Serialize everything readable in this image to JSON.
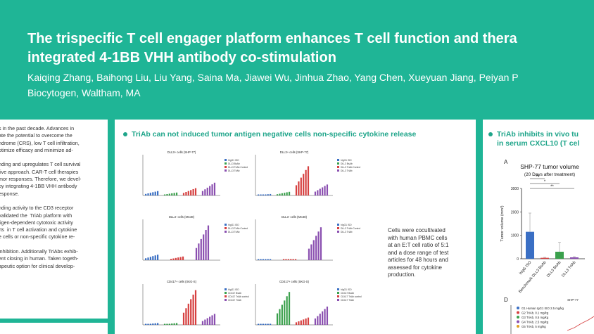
{
  "header": {
    "title_line1": "The trispecific T cell engager platform enhances T cell function and thera",
    "title_line2": "integrated 4-1BB VHH antibody co-stimulation",
    "authors": "Kaiqing Zhang, Baihong Liu, Liu Yang, Saina Ma, Jiawei Wu, Jinhua Zhao, Yang Chen, Xueyuan Jiang, Peiyan P",
    "affiliation": "Biocytogen, Waltham, MA"
  },
  "left_panel": {
    "lines": [
      "s in the past decade. Advances in",
      "ate the potential to overcome the",
      "ndrome (CRS), low T cell infiltration,",
      "ptimize efficacy and minimize ad-",
      "",
      "nding and upregulates T cell survival",
      "tive approach. CAR-T cell therapies",
      "mor responses. Therefore, we devel-",
      "by integrating 4-1BB VHH antibody",
      "esponse.",
      "",
      "nding activity to the CD3 receptor",
      "validated the  TriAb platform with",
      "tigen-dependent cytotoxic activity",
      "rts  in T cell activation and cytokine",
      "e cells or non-specific cytokine re-",
      "",
      "inhibition. Additionally TriAbs exhib-",
      "ent closing in human. Taken togeth-",
      "apeutic option for clinical develop-"
    ]
  },
  "middle_panel": {
    "heading": "TriAb can not induced tumor antigen negative cells non-specific cytokine release",
    "caption_lines": [
      "Cells were cocultivated",
      "with human PBMC cells",
      "at an E:T cell ratio of 5:1",
      "and a dose range of test",
      "articles for 48 hours and",
      "assessed for cytokine",
      "production."
    ]
  },
  "right_panel": {
    "heading_line1": "TriAb inhibits in vivo tu",
    "heading_line2": "in serum CXCL10 (T cel",
    "panel_a_label": "A",
    "panel_d_label": "D",
    "shp77_label": "SHP-77"
  },
  "chart_data": [
    {
      "type": "bar",
      "title": "DLL3+ cells (SHP-77)",
      "series": [
        {
          "name": "hIgG1 ISO",
          "values": []
        },
        {
          "name": "DLL3 BsAb",
          "values": []
        },
        {
          "name": "DLL3 TriAb Control",
          "values": []
        },
        {
          "name": "DLL3 TriAb",
          "values": []
        }
      ]
    },
    {
      "type": "bar",
      "title": "DLL3+ cells (SHP-77)",
      "series": [
        {
          "name": "hIgG1 ISO",
          "values": []
        },
        {
          "name": "DLL3 BsAb",
          "values": []
        },
        {
          "name": "DLL3 TriAb Control",
          "values": []
        },
        {
          "name": "DLL3 TriAb",
          "values": []
        }
      ]
    },
    {
      "type": "bar",
      "title": "DLL3- cells (MC38)",
      "series": [
        {
          "name": "hIgG1 ISO",
          "values": []
        },
        {
          "name": "DLL3 TriAb Control",
          "values": []
        },
        {
          "name": "DLL3 TriAb",
          "values": []
        }
      ]
    },
    {
      "type": "bar",
      "title": "DLL3- cells (MC38)",
      "series": [
        {
          "name": "hIgG1 ISO",
          "values": []
        },
        {
          "name": "DLL3 TriAb Control",
          "values": []
        },
        {
          "name": "DLL3 TriAb",
          "values": []
        }
      ]
    },
    {
      "type": "bar",
      "title": "CD417+ cells (SKG-S)",
      "series": [
        {
          "name": "hIgG1 ISO",
          "values": []
        },
        {
          "name": "CD417 BsAb",
          "values": []
        },
        {
          "name": "CD417 TriAb control",
          "values": []
        },
        {
          "name": "CD417 TriAb",
          "values": []
        }
      ]
    },
    {
      "type": "bar",
      "title": "CD417+ cells (SKG-S)",
      "series": [
        {
          "name": "hIgG1 ISO",
          "values": []
        },
        {
          "name": "CD417 BsAb",
          "values": []
        },
        {
          "name": "CD417 TriAb control",
          "values": []
        },
        {
          "name": "CD417 TriAb",
          "values": []
        }
      ]
    },
    {
      "type": "bar",
      "title": "SHP-77 tumor volume",
      "subtitle": "(20 Days after treatment)",
      "categories": [
        "hIgG ISO",
        "Benchmark DLL3 BsAb",
        "DLL3 BsAb",
        "DLL3 TriAb"
      ],
      "values": [
        1150,
        40,
        300,
        60
      ],
      "errors": [
        800,
        20,
        400,
        30
      ],
      "ylabel": "Tumor volume (mm³)",
      "ylim": [
        0,
        3000
      ],
      "yticks": [
        0,
        1000,
        2000,
        3000
      ],
      "significance": [
        "**",
        "*",
        "**"
      ],
      "colors": [
        "#3a6fc4",
        "#d64040",
        "#3aa04c",
        "#8a4fb0"
      ]
    },
    {
      "type": "line",
      "title": "SHP-77",
      "series": [
        {
          "name": "G1 Human IgG1 ISO 2.5 mg/kg",
          "color": "#3a6fc4"
        },
        {
          "name": "G2 TriAb, 0.1 mg/kg",
          "color": "#d64040"
        },
        {
          "name": "G3 TriAb, 0.5 mg/kg",
          "color": "#3aa04c"
        },
        {
          "name": "G4 TriAb, 2.5 mg/kg",
          "color": "#8a4fb0"
        },
        {
          "name": "G5 TriAb, 5 mg/kg",
          "color": "#e0a020"
        }
      ]
    }
  ],
  "colors": {
    "teal": "#1fb596",
    "heading": "#1fa58a",
    "blue": "#3a6fc4",
    "green": "#3aa04c",
    "red": "#d64040",
    "purple": "#8a4fb0"
  }
}
